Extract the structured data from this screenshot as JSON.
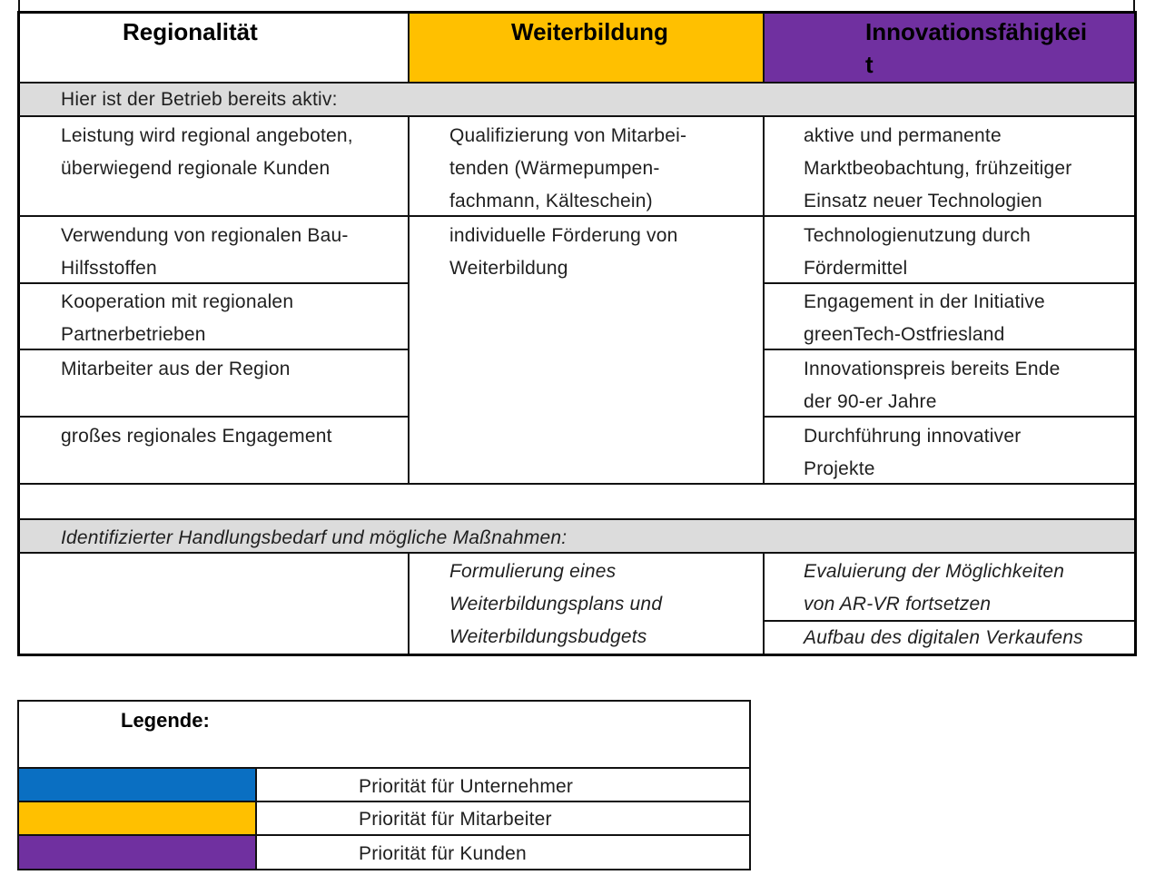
{
  "table": {
    "headers": {
      "col1": "Regionalität",
      "col2": "Weiterbildung",
      "col3_line1": "Innovationsfähigkei",
      "col3_line2": "t"
    },
    "section_active": "Hier ist der Betrieb bereits aktiv:",
    "col1_rows": [
      [
        "Leistung wird regional angeboten,",
        "überwiegend regionale Kunden"
      ],
      [
        "Verwendung von regionalen Bau-",
        "Hilfsstoffen"
      ],
      [
        "Kooperation mit regionalen",
        "Partnerbetrieben"
      ],
      [
        "Mitarbeiter aus der Region"
      ],
      [
        "großes regionales Engagement"
      ]
    ],
    "col2_rows": [
      [
        "Qualifizierung von Mitarbei-",
        "tenden (Wärmepumpen-",
        "fachmann, Kälteschein)"
      ],
      [
        "individuelle Förderung von",
        "Weiterbildung"
      ]
    ],
    "col3_rows": [
      [
        "aktive und permanente",
        "Marktbeobachtung, frühzeitiger",
        "Einsatz neuer Technologien"
      ],
      [
        "Technologienutzung durch",
        "Fördermittel"
      ],
      [
        "Engagement in der Initiative",
        "greenTech-Ostfriesland"
      ],
      [
        "Innovationspreis bereits Ende",
        "der 90-er Jahre"
      ],
      [
        "Durchführung innovativer",
        "Projekte"
      ]
    ],
    "section_needs": "Identifizierter Handlungsbedarf und mögliche Maßnahmen:",
    "needs_col2": [
      "Formulierung eines",
      "Weiterbildungsplans und",
      "Weiterbildungsbudgets"
    ],
    "needs_col3": [
      [
        "Evaluierung der Möglichkeiten",
        "von AR-VR fortsetzen"
      ],
      [
        "Aufbau des digitalen Verkaufens"
      ]
    ]
  },
  "legend": {
    "title": "Legende:",
    "items": [
      {
        "label": "Priorität für Unternehmer",
        "color": "#0a6fc2"
      },
      {
        "label": "Priorität für Mitarbeiter",
        "color": "#ffc000"
      },
      {
        "label": "Priorität für Kunden",
        "color": "#7030a0"
      }
    ]
  },
  "colors": {
    "weiterbildung": "#ffc000",
    "innovation": "#7030a0",
    "section_band": "#dcdcdc"
  }
}
